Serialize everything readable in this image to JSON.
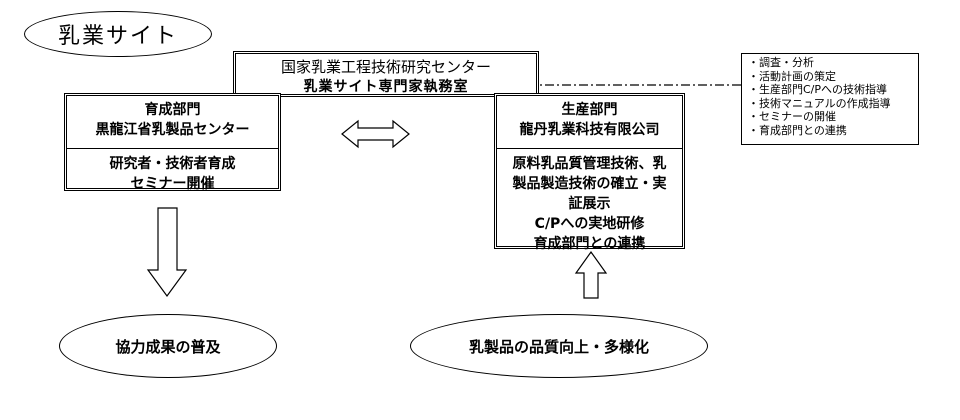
{
  "title": "乳業サイト",
  "center_box": {
    "line1": "国家乳業工程技術研究センター",
    "line2": "乳業サイト専門家執務室"
  },
  "left_box": {
    "title": "育成部門",
    "org": "黒龍江省乳製品センター",
    "body_lines": [
      "研究者・技術者育成",
      "セミナー開催"
    ]
  },
  "right_box": {
    "title": "生産部門",
    "org": "龍丹乳業科技有限公司",
    "body_lines": [
      "原料乳品質管理技術、乳",
      "製品製造技術の確立・実",
      "証展示",
      "C/Pへの実地研修",
      "育成部門との連携"
    ]
  },
  "tasks": [
    "・調査・分析",
    "・活動計画の策定",
    "・生産部門C/Pへの技術指導",
    "・技術マニュアルの作成指導",
    "・セミナーの開催",
    "・育成部門との連携"
  ],
  "outcome_left": "協力成果の普及",
  "outcome_right": "乳製品の品質向上・多様化"
}
